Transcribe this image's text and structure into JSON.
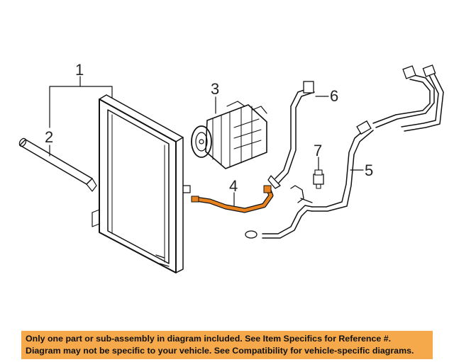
{
  "callouts": {
    "c1": "1",
    "c2": "2",
    "c3": "3",
    "c4": "4",
    "c5": "5",
    "c6": "6",
    "c7": "7"
  },
  "banner": {
    "line1": "Only one part or sub-assembly in diagram included. See Item Specifics for Reference #.",
    "line2": "Diagram may not be specific to your vehicle. See Compatibility for vehicle-specific diagrams."
  },
  "colors": {
    "highlight_part": "#e8821e",
    "banner_bg": "#f5a94a"
  }
}
